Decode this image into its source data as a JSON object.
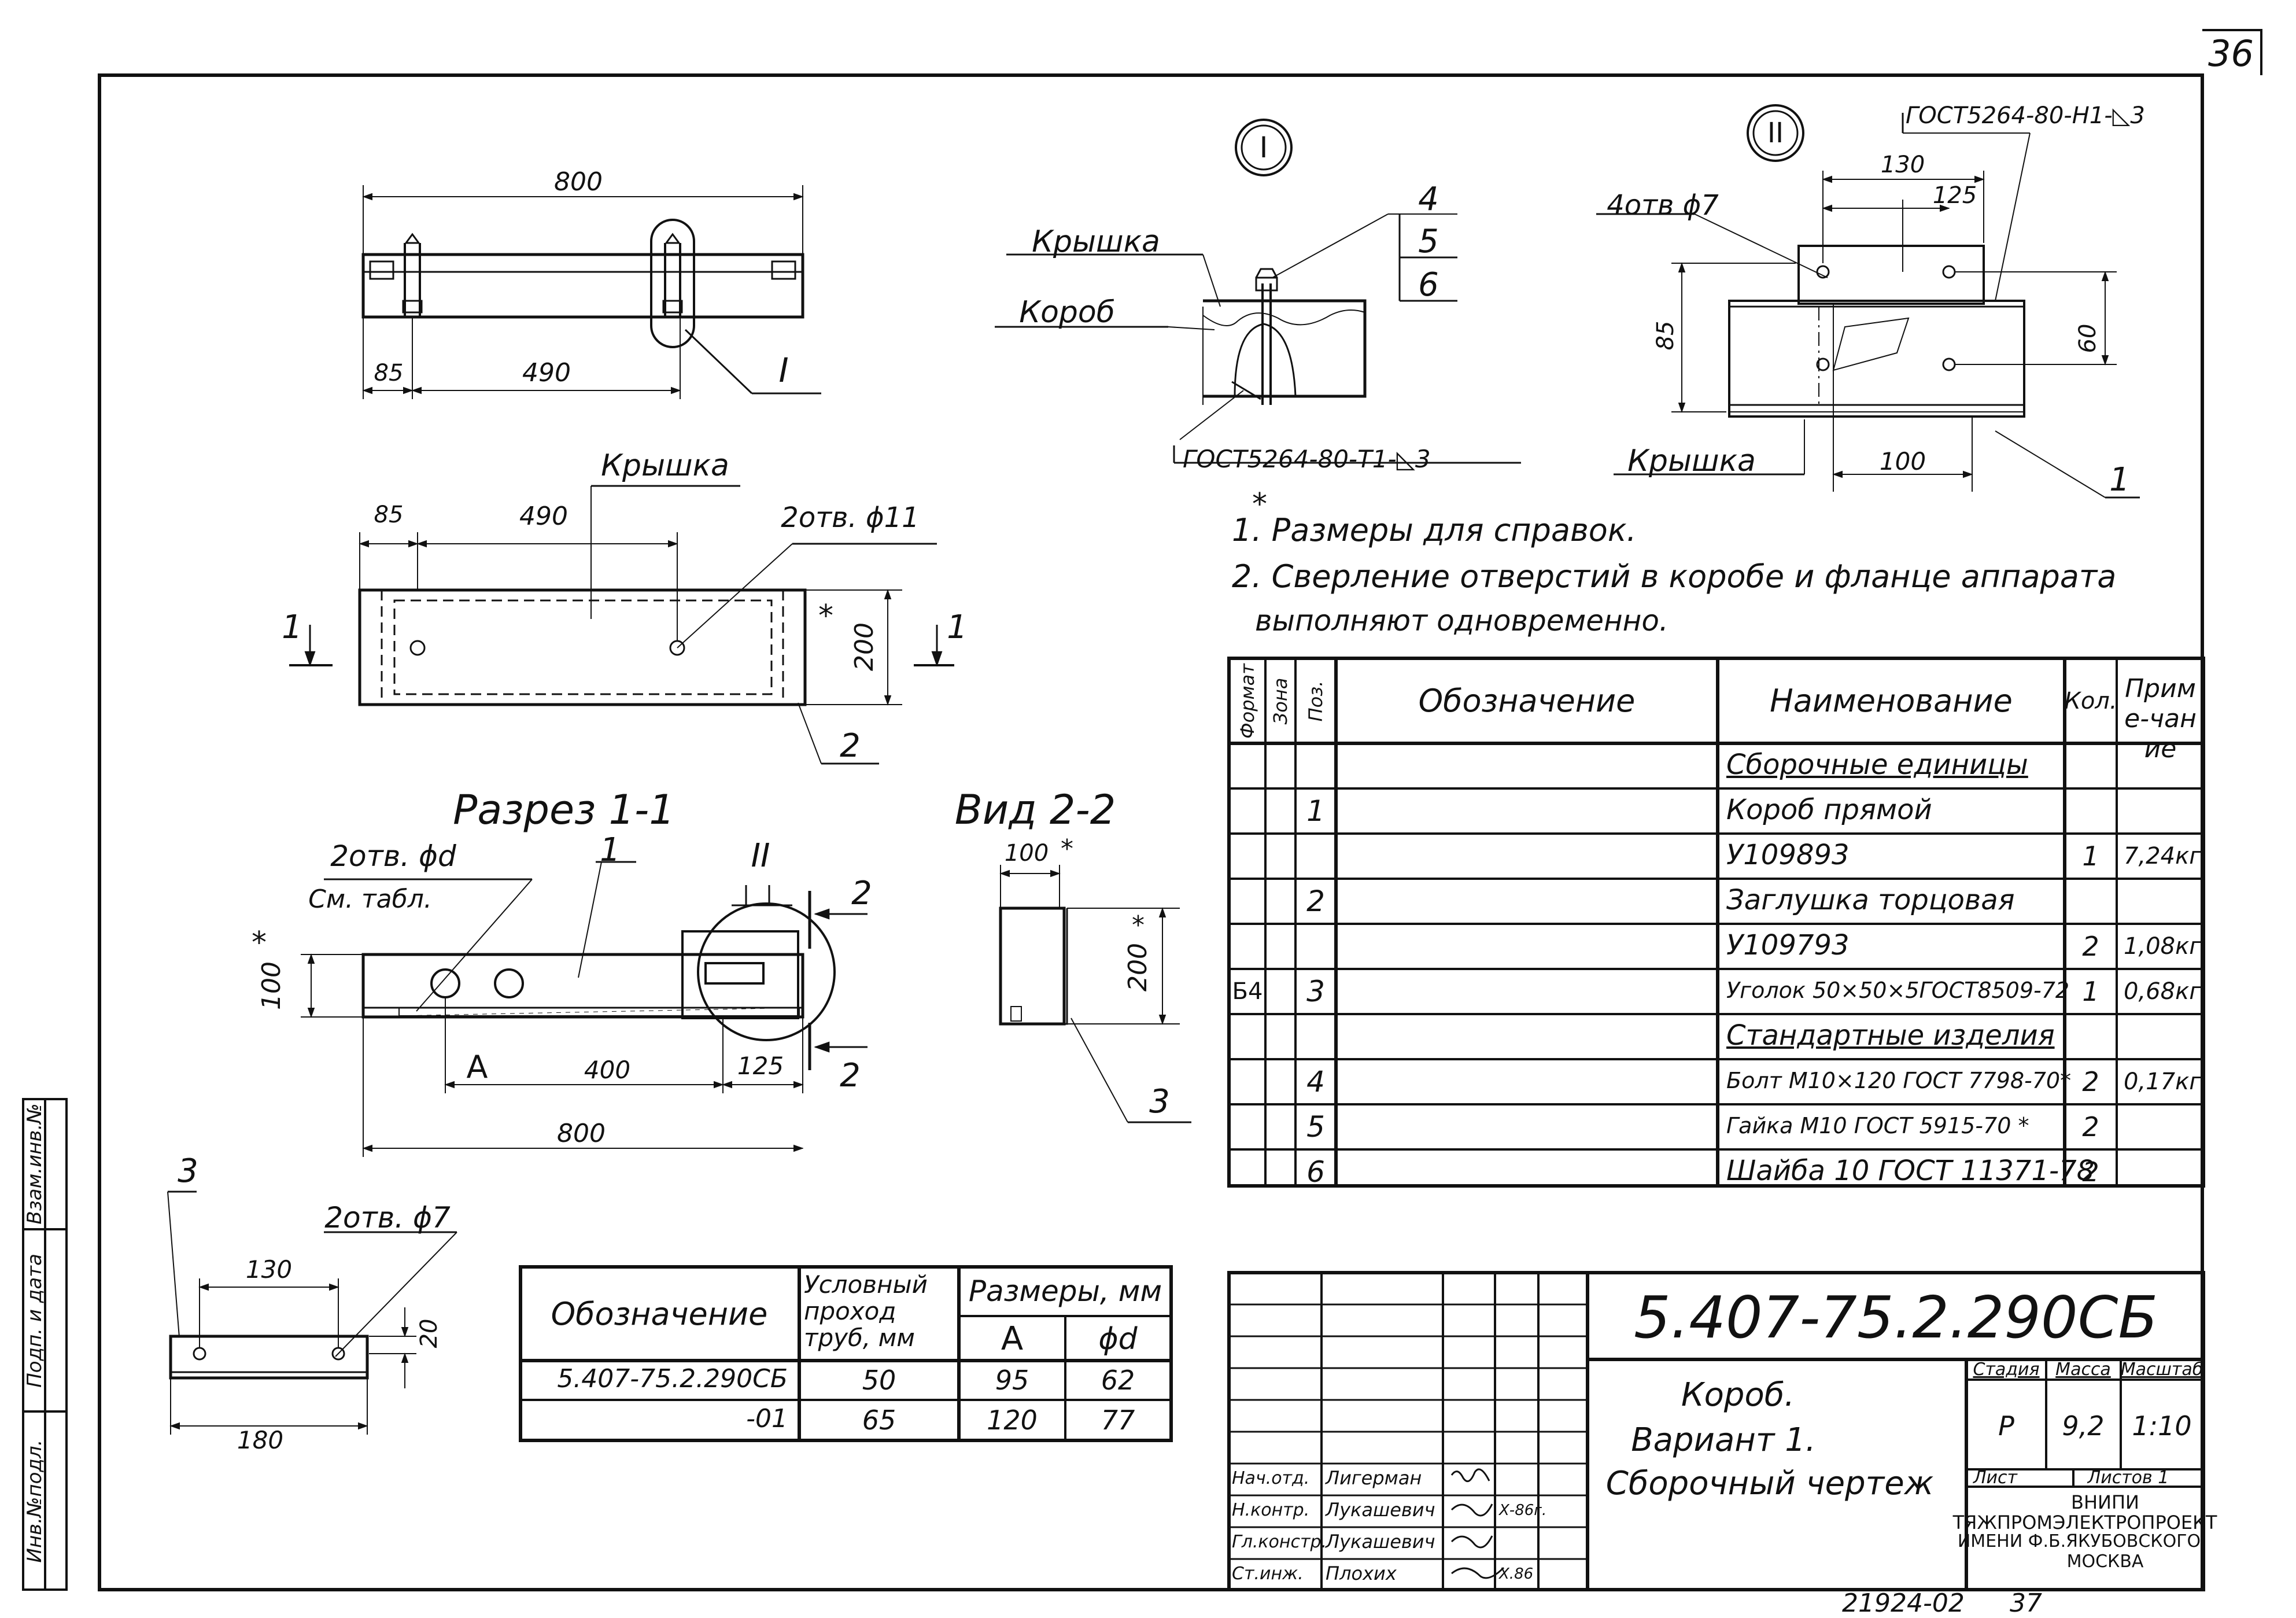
{
  "sheet_number": "36",
  "footer": {
    "archive_number": "21924-02",
    "page": "37"
  },
  "side_stamp": {
    "inv_podl": "Инв.№подл.",
    "podp_data": "Подп. и дата",
    "vzam_inv": "Взам.инв.№"
  },
  "top_view": {
    "dim_total": "800",
    "dim_left": "85",
    "dim_middle": "490",
    "callout": "I"
  },
  "plan_view": {
    "dim_left": "85",
    "dim_middle": "490",
    "dim_height": "200",
    "star": "*",
    "label_cover": "Крышка",
    "holes": "2отв. ϕ11",
    "section_mark": "1",
    "pos": "2"
  },
  "section_1_1": {
    "title": "Разрез 1-1",
    "holes": "2отв. ϕd",
    "see_table": "См. табл.",
    "pos": "1",
    "callout": "II",
    "dim_height": "100",
    "star": "*",
    "dim_a": "A",
    "dim_400": "400",
    "dim_125": "125",
    "dim_total": "800",
    "view_mark": "2"
  },
  "view_2_2": {
    "title": "Вид 2-2",
    "dim_width": "100",
    "dim_height": "200",
    "star": "*",
    "pos": "3"
  },
  "detail_3": {
    "pos": "3",
    "holes": "2отв. ϕ7",
    "dim_130": "130",
    "dim_20": "20",
    "dim_180": "180"
  },
  "node_I": {
    "mark": "I",
    "label_cover": "Крышка",
    "label_box": "Короб",
    "pos4": "4",
    "pos5": "5",
    "pos6": "6",
    "weld": "ГОСТ5264-80-Т1-◺3"
  },
  "node_II": {
    "mark": "II",
    "weld": "ГОСТ5264-80-Н1-◺3",
    "holes": "4отв ϕ7",
    "dim_130": "130",
    "dim_125": "125",
    "dim_85": "85",
    "dim_60": "60",
    "dim_100": "100",
    "label_cover": "Крышка",
    "pos": "1"
  },
  "notes": {
    "star": "*",
    "n1": "1. Размеры для справок.",
    "n2": "2. Сверление отверстий в коробе и фланце аппарата",
    "n2b": "выполняют одновременно."
  },
  "spec": {
    "headers": {
      "format": "Формат",
      "zone": "Зона",
      "pos": "Поз.",
      "designation": "Обозначение",
      "name": "Наименование",
      "qty": "Кол.",
      "note": "Приме-чание"
    },
    "rows": [
      {
        "format": "",
        "pos": "",
        "name": "Сборочные единицы",
        "qty": "",
        "note": "",
        "underline": true
      },
      {
        "format": "",
        "pos": "1",
        "name": "Короб прямой",
        "qty": "",
        "note": ""
      },
      {
        "format": "",
        "pos": "",
        "name": "У109893",
        "qty": "1",
        "note": "7,24кг"
      },
      {
        "format": "",
        "pos": "2",
        "name": "Заглушка торцовая",
        "qty": "",
        "note": ""
      },
      {
        "format": "",
        "pos": "",
        "name": "У109793",
        "qty": "2",
        "note": "1,08кг"
      },
      {
        "format": "Б4",
        "pos": "3",
        "name": "Уголок 50×50×5ГОСТ8509-72",
        "qty": "1",
        "note": "0,68кг"
      },
      {
        "format": "",
        "pos": "",
        "name": "Стандартные изделия",
        "qty": "",
        "note": "",
        "underline": true
      },
      {
        "format": "",
        "pos": "4",
        "name": "Болт М10×120 ГОСТ 7798-70*",
        "qty": "2",
        "note": "0,17кг"
      },
      {
        "format": "",
        "pos": "5",
        "name": "Гайка М10 ГОСТ 5915-70 *",
        "qty": "2",
        "note": ""
      },
      {
        "format": "",
        "pos": "6",
        "name": "Шайба 10 ГОСТ 11371-78",
        "qty": "2",
        "note": ""
      }
    ]
  },
  "size_table": {
    "headers": {
      "designation": "Обозначение",
      "nominal": "Условный проход труб, мм",
      "sizes": "Размеры, мм",
      "a": "A",
      "d": "ϕd"
    },
    "rows": [
      {
        "designation": "5.407-75.2.290СБ",
        "nominal": "50",
        "a": "95",
        "d": "62"
      },
      {
        "designation": "-01",
        "nominal": "65",
        "a": "120",
        "d": "77"
      }
    ]
  },
  "title_block": {
    "doc_code": "5.407-75.2.290СБ",
    "name_l1": "Короб.",
    "name_l2": "Вариант 1.",
    "name_l3": "Сборочный чертеж",
    "stage_h": "Стадия",
    "mass_h": "Масса",
    "scale_h": "Масштаб",
    "stage": "Р",
    "mass": "9,2",
    "scale": "1:10",
    "sheet_h": "Лист",
    "sheets_h": "Листов 1",
    "org_l1": "ВНИПИ",
    "org_l2": "ТЯЖПРОМЭЛЕКТРОПРОЕКТ",
    "org_l3": "ИМЕНИ Ф.Б.ЯКУБОВСКОГО",
    "org_l4": "МОСКВА",
    "sig_rows": [
      {
        "role": "Нач.отд.",
        "name": "Лигерман",
        "date": ""
      },
      {
        "role": "Н.контр.",
        "name": "Лукашевич",
        "date": "Х-86г."
      },
      {
        "role": "Гл.констр.",
        "name": "Лукашевич",
        "date": ""
      },
      {
        "role": "Ст.инж.",
        "name": "Плохих",
        "date": "Х.86"
      }
    ]
  }
}
